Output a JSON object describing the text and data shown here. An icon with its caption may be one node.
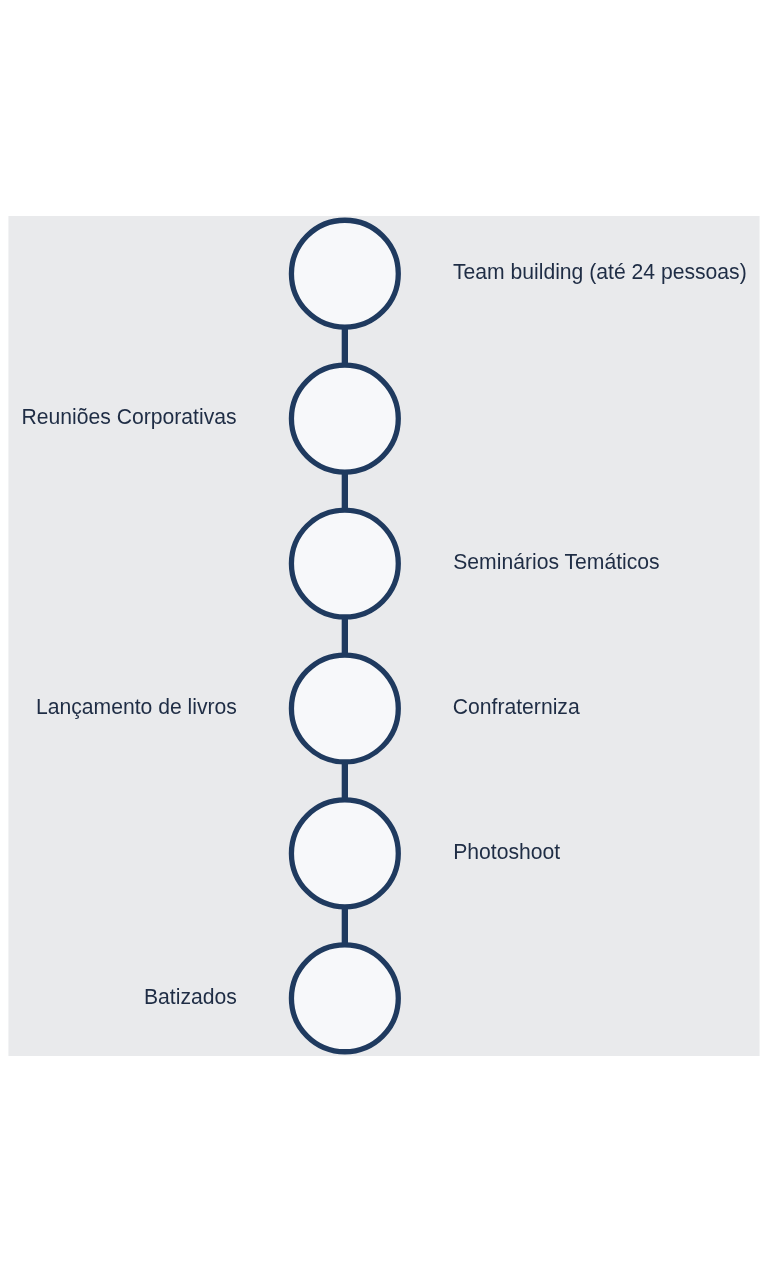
{
  "diagram": {
    "nodes": [
      {
        "text": [],
        "shape": "circle",
        "beside": [
          "Team building (até 24 pessoas)"
        ]
      },
      {
        "text": [],
        "shape": "circle",
        "beside": [
          "Reuniões Corporativas"
        ]
      },
      {
        "text": [],
        "shape": "circle",
        "beside": [
          "Seminários Temáticos"
        ]
      },
      {
        "text": [],
        "shape": "circle",
        "beside": [
          "Lançamento de livros",
          "Confraterniza"
        ]
      },
      {
        "text": [],
        "shape": "circle",
        "beside": [
          "Photoshoot"
        ]
      },
      {
        "text": [],
        "shape": "circle",
        "beside": [
          "Batizados"
        ]
      }
    ],
    "edges": [
      {
        "from": 0,
        "to": 1,
        "arrow": "none"
      },
      {
        "from": 1,
        "to": 2,
        "arrow": "none"
      },
      {
        "from": 2,
        "to": 3,
        "arrow": "none"
      },
      {
        "from": 3,
        "to": 4,
        "arrow": "none"
      },
      {
        "from": 4,
        "to": 5,
        "arrow": "none"
      }
    ]
  }
}
